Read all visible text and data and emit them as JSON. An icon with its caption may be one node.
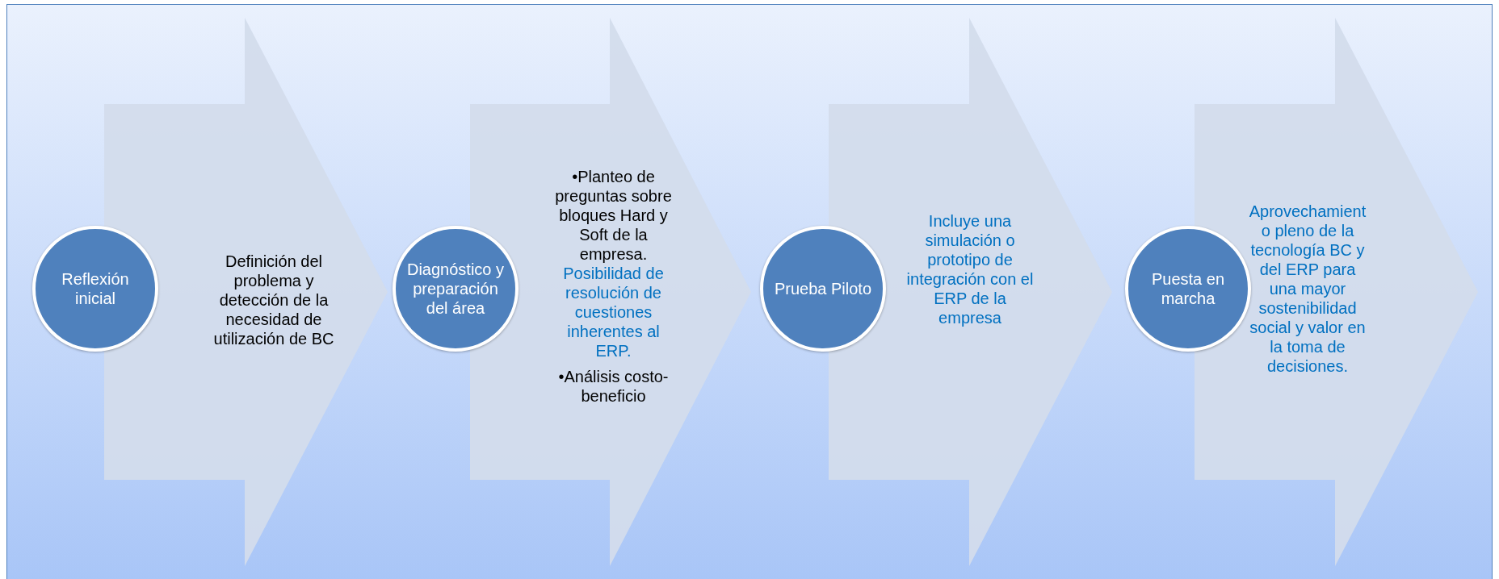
{
  "diagram": {
    "nodes": [
      {
        "text": [
          "Reflexión inicial"
        ]
      },
      {
        "text": [
          "Definición del problema y detección de la necesidad de utilización de BC"
        ]
      },
      {
        "text": [
          "Diagnóstico y preparación del área"
        ]
      },
      {
        "text": [
          "•Planteo de preguntas sobre bloques Hard y Soft de la empresa.",
          "Posibilidad de resolución de cuestiones inherentes al ERP.",
          "•Análisis costo-beneficio"
        ]
      },
      {
        "text": [
          "Prueba Piloto"
        ]
      },
      {
        "text": [
          "Incluye una simulación o prototipo de integración con el ERP de la empresa"
        ]
      },
      {
        "text": [
          "Puesta en marcha"
        ]
      },
      {
        "text": [
          "Aprovechamiento pleno de la tecnología BC y del ERP para una mayor sostenibilidad social y valor en la toma de decisiones."
        ]
      }
    ]
  }
}
